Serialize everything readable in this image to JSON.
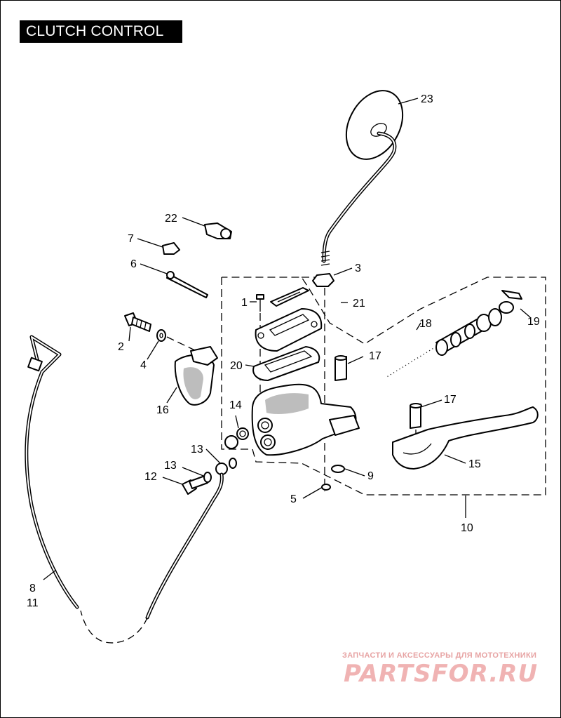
{
  "title": "CLUTCH CONTROL",
  "callouts": {
    "c1": "1",
    "c2": "2",
    "c3": "3",
    "c4": "4",
    "c5": "5",
    "c6": "6",
    "c7": "7",
    "c8": "8",
    "c9": "9",
    "c10": "10",
    "c11": "11",
    "c12": "12",
    "c13a": "13",
    "c13b": "13",
    "c14": "14",
    "c15": "15",
    "c16": "16",
    "c17a": "17",
    "c17b": "17",
    "c18": "18",
    "c19": "19",
    "c20": "20",
    "c21": "21",
    "c22": "22",
    "c23": "23"
  },
  "watermark": {
    "tagline": "ЗАПЧАСТИ И АКСЕССУАРЫ ДЛЯ МОТОТЕХНИКИ",
    "logo": "PARTSFOR.RU",
    "color": "#f0b3b3"
  }
}
